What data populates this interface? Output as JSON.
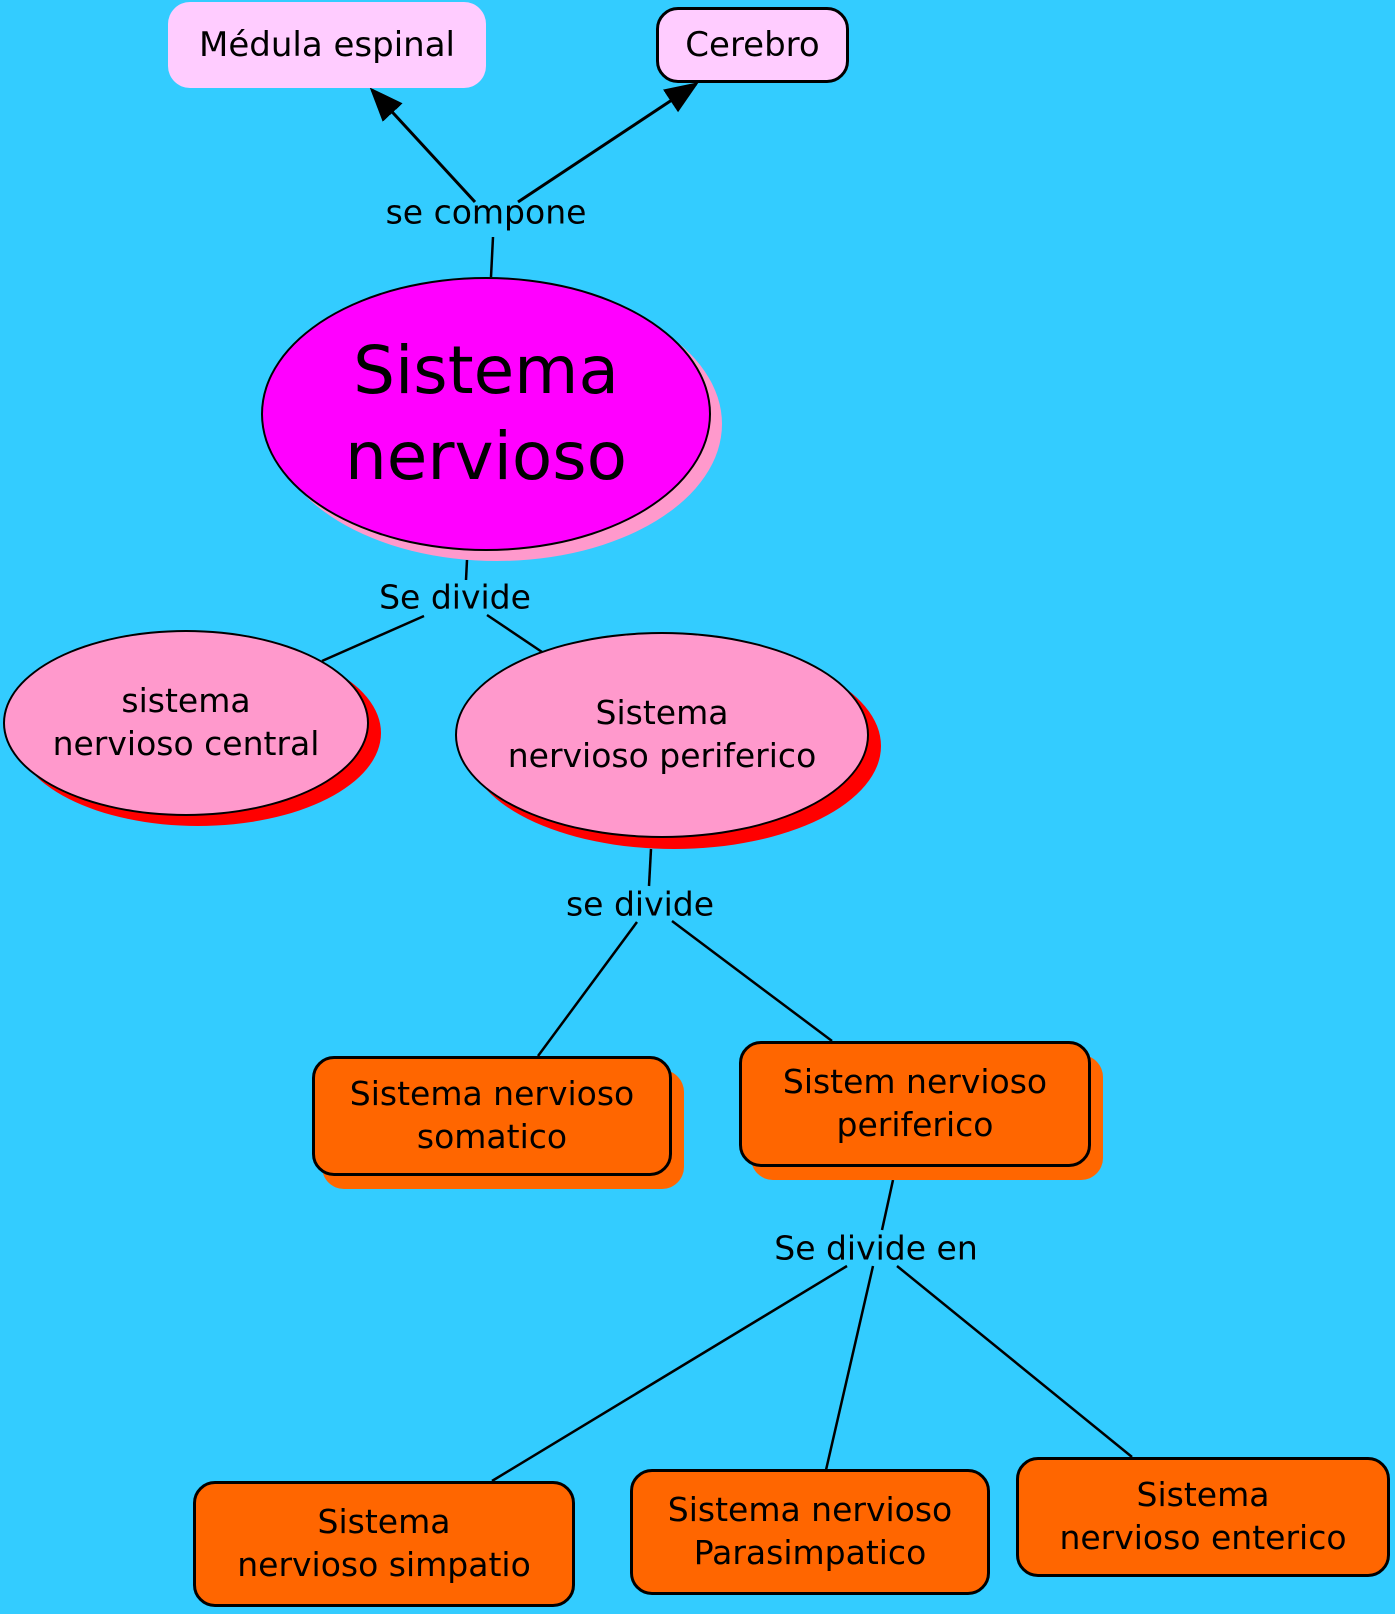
{
  "colors": {
    "background": "#33ccff",
    "root_fill": "#ff00ff",
    "root_shadow": "#ff99cc",
    "level1_fill": "#ff99cc",
    "level1_shadow": "#ff0000",
    "box_fill": "#ff6600",
    "top_fill": "#ffccff"
  },
  "nodes": {
    "medula": "Médula espinal",
    "cerebro": "Cerebro",
    "root": "Sistema\nnervioso",
    "central": "sistema\nnervioso central",
    "periferico": "Sistema\nnervioso periferico",
    "somatico": "Sistema nervioso\nsomatico",
    "periferico2": "Sistem nervioso\nperiferico",
    "simpatico": "Sistema\nnervioso simpatio",
    "parasimpatico": "Sistema nervioso\nParasimpatico",
    "enterico": "Sistema\nnervioso enterico"
  },
  "links": {
    "compone": "se compone",
    "divide1": "Se divide",
    "divide2": "se divide",
    "divide3": "Se divide en"
  }
}
